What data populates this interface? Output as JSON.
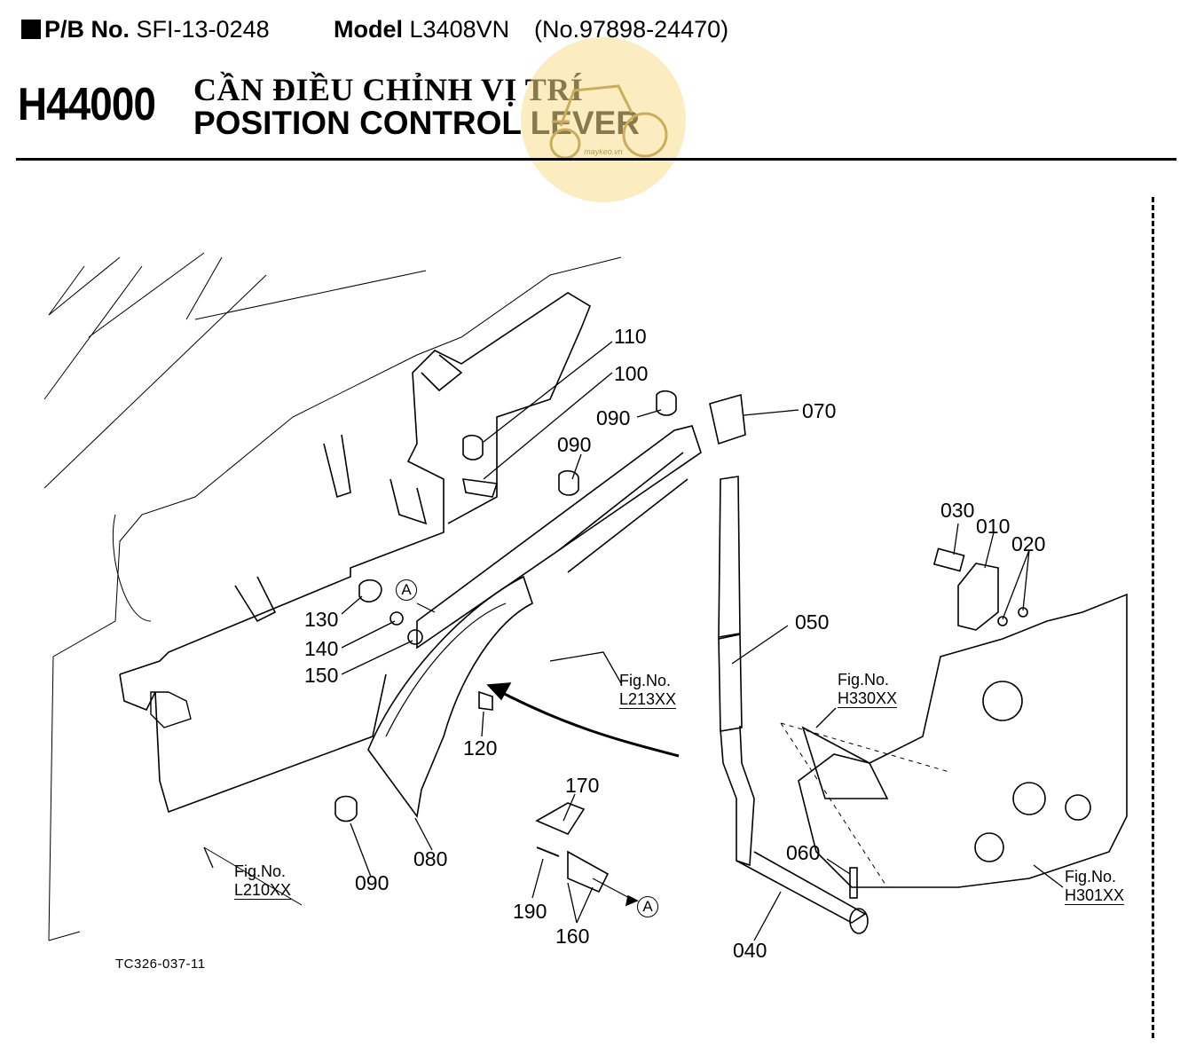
{
  "header": {
    "pb_label": "P/B No.",
    "pb_value": "SFI-13-0248",
    "model_label": "Model",
    "model_value": "L3408VN",
    "model_no": "(No.97898-24470)"
  },
  "section": {
    "code": "H44000",
    "title_vn": "CẦN ĐIỀU CHỈNH VỊ TRÍ",
    "title_en": "POSITION CONTROL LEVER"
  },
  "watermark": {
    "text": "maykeo.vn",
    "color": "#fadd8c"
  },
  "part_labels": {
    "p110": "110",
    "p100": "100",
    "p090_top": "090",
    "p090_mid": "090",
    "p070": "070",
    "p030": "030",
    "p010": "010",
    "p020": "020",
    "p050": "050",
    "p130": "130",
    "p140": "140",
    "p150": "150",
    "p120": "120",
    "p080": "080",
    "p090_bot": "090",
    "p170": "170",
    "p190": "190",
    "p160": "160",
    "p060": "060",
    "p040": "040"
  },
  "fig_refs": {
    "l213": {
      "label": "Fig.No.",
      "num": "L213XX"
    },
    "h330": {
      "label": "Fig.No.",
      "num": "H330XX"
    },
    "l210": {
      "label": "Fig.No.",
      "num": "L210XX"
    },
    "h301": {
      "label": "Fig.No.",
      "num": "H301XX"
    }
  },
  "callouts": {
    "a1": "A",
    "a2": "A"
  },
  "footer": {
    "drawing_id": "TC326-037-11"
  }
}
